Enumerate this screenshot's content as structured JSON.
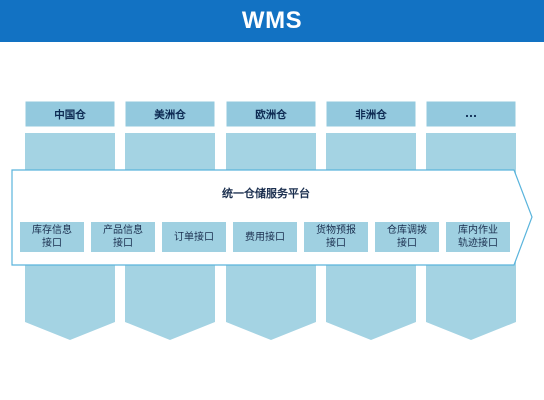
{
  "header": {
    "title": "WMS"
  },
  "warehouses": [
    {
      "label": "中国仓"
    },
    {
      "label": "美洲仓"
    },
    {
      "label": "欧洲仓"
    },
    {
      "label": "非洲仓"
    },
    {
      "label": "..."
    }
  ],
  "platform": {
    "title": "统一仓储服务平台",
    "interfaces": [
      {
        "label": "库存信息\n接口"
      },
      {
        "label": "产品信息\n接口"
      },
      {
        "label": "订单接口"
      },
      {
        "label": "费用接口"
      },
      {
        "label": "货物预报\n接口"
      },
      {
        "label": "仓库调拨\n接口"
      },
      {
        "label": "库内作业\n轨迹接口"
      }
    ]
  },
  "colors": {
    "header": "#1272c3",
    "label_bar": "#93c9de",
    "column": "#a4d3e3",
    "platform_border": "#5ab4dc",
    "interface_box": "#9fd0e1"
  }
}
